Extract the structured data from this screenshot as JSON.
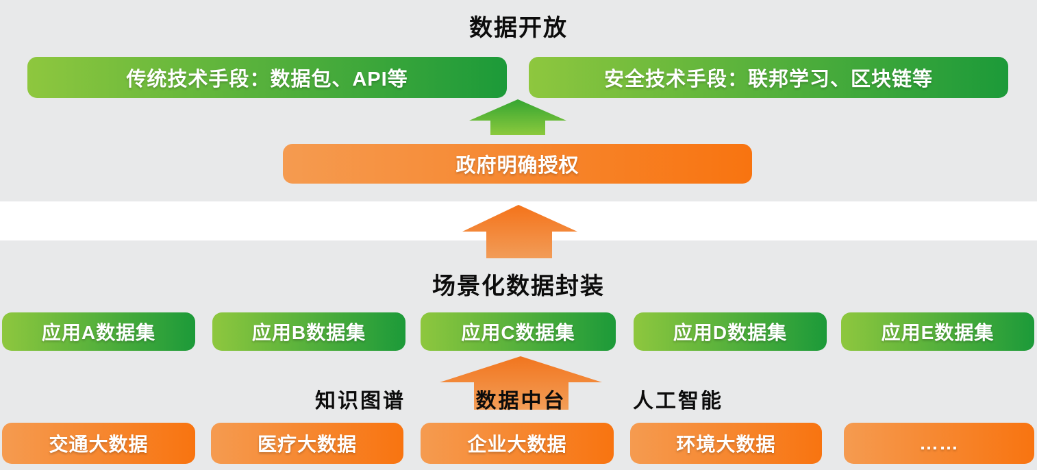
{
  "page": {
    "background": "#e8e9ea",
    "band_color": "#ffffff"
  },
  "colors": {
    "green_gradient_start": "#8ec73e",
    "green_gradient_end": "#1c9a39",
    "orange_gradient_start": "#f59b50",
    "orange_gradient_end": "#f87410",
    "green_arrow_top": "#35a531",
    "green_arrow_bottom": "#8bc93d",
    "orange_arrow_top": "#f4731a",
    "orange_arrow_bottom": "#f29c58",
    "title_color": "#0c0c0c"
  },
  "sections": {
    "top": {
      "title": "数据开放",
      "buttons": [
        {
          "label": "传统技术手段：数据包、API等"
        },
        {
          "label": "安全技术手段：联邦学习、区块链等"
        }
      ],
      "authorization": {
        "label": "政府明确授权"
      }
    },
    "middle": {
      "title": "场景化数据封装",
      "datasets": [
        "应用A数据集",
        "应用B数据集",
        "应用C数据集",
        "应用D数据集",
        "应用E数据集"
      ]
    },
    "bottom": {
      "capabilities": {
        "left": "知识图谱",
        "center": "数据中台",
        "right": "人工智能"
      },
      "sources": [
        "交通大数据",
        "医疗大数据",
        "企业大数据",
        "环境大数据",
        "……"
      ]
    }
  }
}
